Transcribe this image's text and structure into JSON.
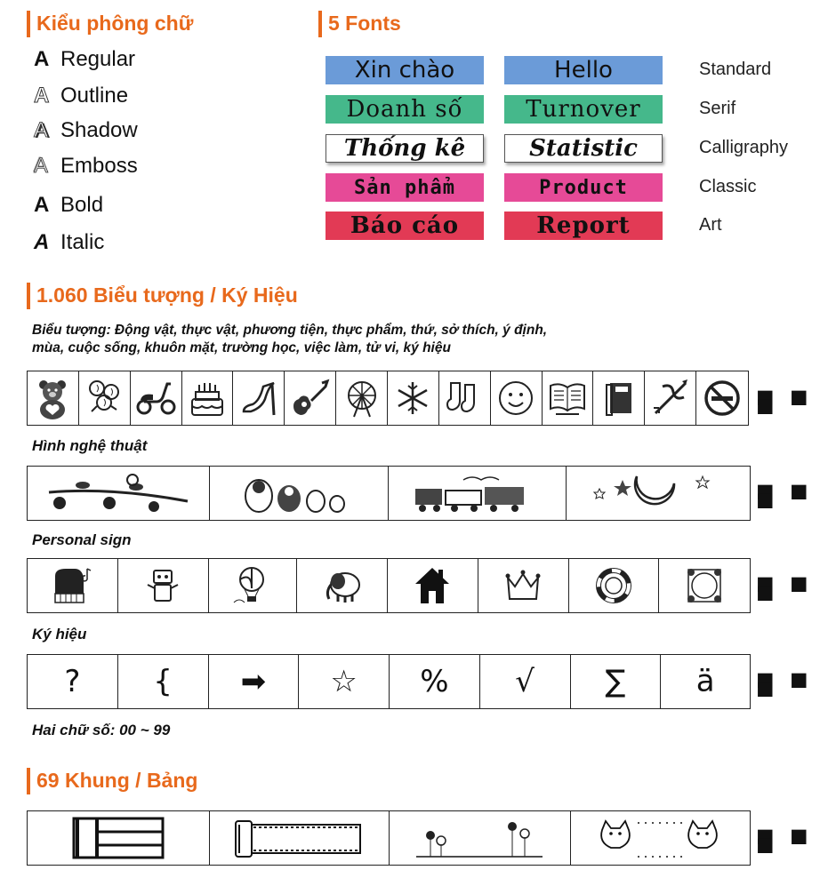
{
  "font_styles": {
    "title": "Kiểu phông chữ",
    "glyph": "A",
    "items": [
      "Regular",
      "Outline",
      "Shadow",
      "Emboss",
      "Bold",
      "Italic"
    ]
  },
  "fonts": {
    "title": "5 Fonts",
    "rows": [
      {
        "vi": "Xin chào",
        "en": "Hello",
        "name": "Standard",
        "color": "#6b9bd8"
      },
      {
        "vi": "Doanh số",
        "en": "Turnover",
        "name": "Serif",
        "color": "#45b88b"
      },
      {
        "vi": "Thống kê",
        "en": "Statistic",
        "name": "Calligraphy",
        "color": "#ffffff"
      },
      {
        "vi": "Sản phẩm",
        "en": "Product",
        "name": "Classic",
        "color": "#e64a97"
      },
      {
        "vi": "Báo cáo",
        "en": "Report",
        "name": "Art",
        "color": "#e23a55"
      }
    ]
  },
  "symbols": {
    "title": "1.060 Biểu tượng / Ký Hiệu",
    "description_line1": "Biểu tượng:  Động vật, thực vật, phương tiện, thực phẩm, thứ, sở thích, ý định,",
    "description_line2": "mùa, cuộc sống, khuôn mặt, trường học, việc làm, tử vi, ký hiệu",
    "icons": [
      "teddy-bear-icon",
      "roses-icon",
      "scooter-icon",
      "birthday-cake-icon",
      "high-heel-icon",
      "guitar-icon",
      "ferris-wheel-icon",
      "snowflake-icon",
      "socks-icon",
      "smiley-face-icon",
      "open-book-icon",
      "closed-book-icon",
      "cupid-arrow-icon",
      "no-smoking-icon"
    ],
    "art_title": "Hình nghệ thuật",
    "art_icons": [
      "bird-branch-icon",
      "nesting-dolls-icon",
      "train-icon",
      "moon-stars-icon"
    ],
    "personal_title": "Personal sign",
    "personal_icons": [
      "piano-icon",
      "robot-icon",
      "hot-air-balloon-icon",
      "elephant-icon",
      "house-icon",
      "crown-icon",
      "life-ring-icon",
      "ornate-frame-icon"
    ],
    "kyhieu_title": "Ký hiệu",
    "kyhieu_items": [
      "?",
      "{",
      "➡",
      "☆",
      "%",
      "√",
      "∑",
      "ä"
    ],
    "two_digits": "Hai chữ số: 00 ~ 99",
    "ellipsis": "■ ■ ■"
  },
  "frames": {
    "title": "69 Khung / Bảng",
    "icons": [
      "table-frame-icon",
      "film-frame-icon",
      "flowers-frame-icon",
      "cats-frame-icon"
    ]
  }
}
